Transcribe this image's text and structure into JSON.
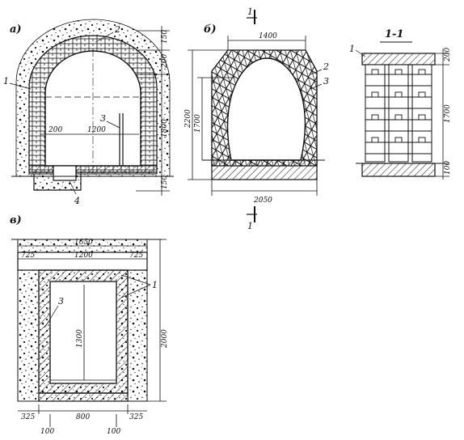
{
  "figure_a": {
    "label": "а)",
    "callouts": [
      "1",
      "2",
      "3",
      "4"
    ],
    "dims": {
      "d150_top": "150",
      "d200_top": "200",
      "d1800": "1800",
      "d200_left": "200",
      "d1200": "1200",
      "d150_bot": "150"
    }
  },
  "figure_b": {
    "label": "б)",
    "callouts": [
      "2",
      "3"
    ],
    "section_mark": "1",
    "dims": {
      "d1400": "1400",
      "d2200": "2200",
      "d1700": "1700",
      "d2050": "2050"
    }
  },
  "figure_section": {
    "title": "1-1",
    "callouts": [
      "1"
    ],
    "dims": {
      "d200": "200",
      "d1700": "1700",
      "d100": "100"
    }
  },
  "figure_v": {
    "label": "в)",
    "callouts": [
      "1",
      "3"
    ],
    "dims": {
      "d1650": "1650",
      "d725_l": "725",
      "d1200": "1200",
      "d725_r": "725",
      "d1300": "1300",
      "d2000": "2000",
      "d325_l": "325",
      "d800": "800",
      "d325_r": "325",
      "d100_l": "100",
      "d100_r": "100"
    }
  },
  "colors": {
    "ink": "#111111",
    "paper": "#ffffff"
  }
}
